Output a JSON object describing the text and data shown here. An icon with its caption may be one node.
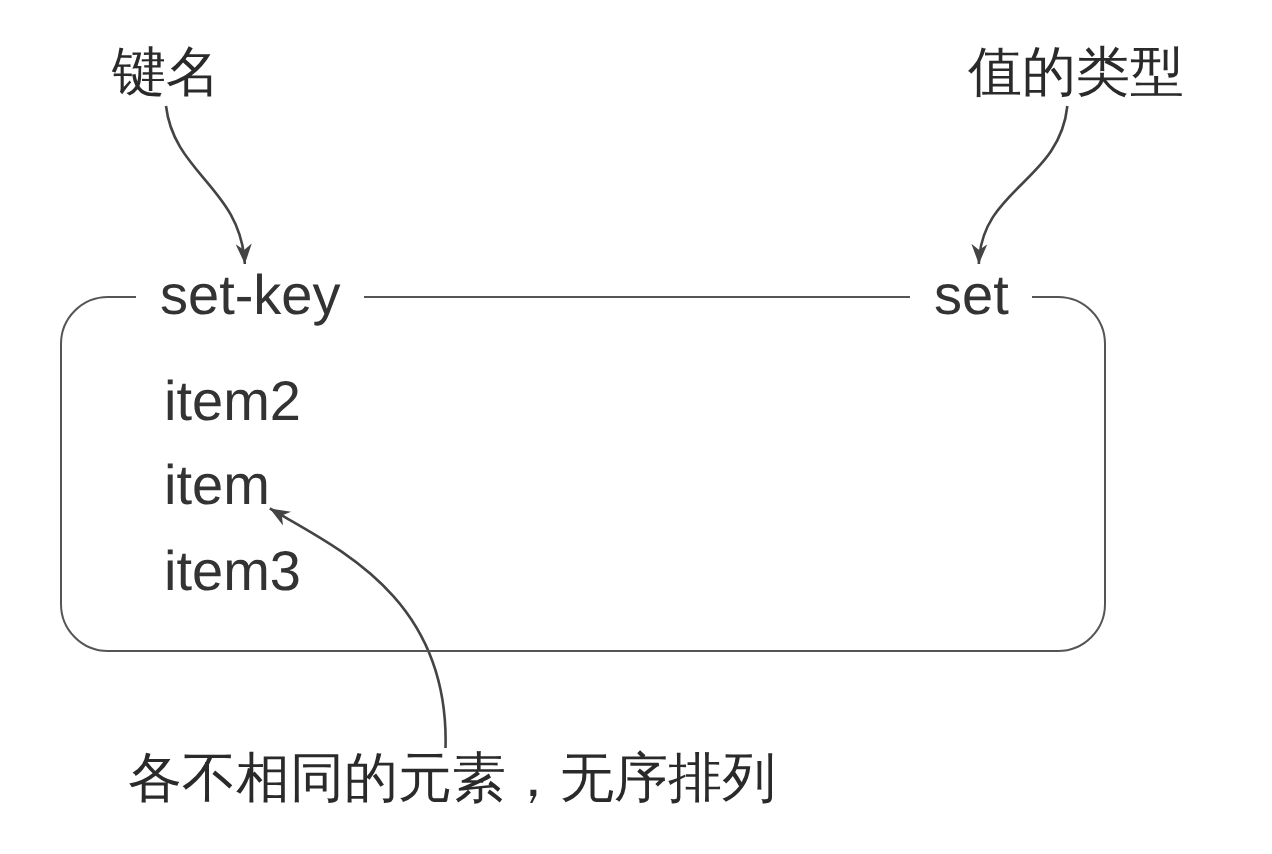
{
  "diagram": {
    "nodes": [
      {
        "text": [
          "键名"
        ]
      },
      {
        "text": [
          "值的类型"
        ]
      },
      {
        "text": [],
        "shape": "box"
      },
      {
        "text": [
          "set-key"
        ]
      },
      {
        "text": [
          "set"
        ]
      },
      {
        "text": [
          "item2"
        ],
        "in": 2
      },
      {
        "text": [
          "item"
        ],
        "in": 2
      },
      {
        "text": [
          "item3"
        ],
        "in": 2
      },
      {
        "text": [
          "各不相同的元素，无序排列"
        ]
      }
    ],
    "edges": [
      {
        "from": 0,
        "to": 3,
        "arrow": "to"
      },
      {
        "from": 1,
        "to": 4,
        "arrow": "to"
      },
      {
        "from": 8,
        "to": 6,
        "arrow": "to"
      }
    ]
  }
}
